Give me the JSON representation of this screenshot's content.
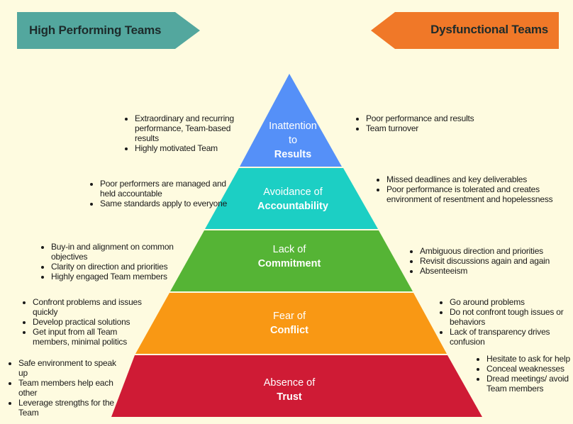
{
  "banners": {
    "left": "High Performing Teams",
    "right": "Dysfunctional Teams"
  },
  "colors": {
    "left_banner": "#53a79e",
    "right_banner": "#f07828",
    "results": "#5590f8",
    "accountability": "#1ccfc4",
    "commitment": "#55b435",
    "conflict": "#f99814",
    "trust": "#cf1b35"
  },
  "layers": [
    {
      "line1": "Inattention",
      "line2": "to",
      "line3": "Results",
      "left": [
        "Extraordinary and recurring performance, Team-based results",
        "Highly motivated Team"
      ],
      "right": [
        "Poor performance and results",
        "Team turnover"
      ]
    },
    {
      "line1": "Avoidance of",
      "line2": "Accountability",
      "left": [
        "Poor performers are managed and held accountable",
        "Same standards apply to everyone"
      ],
      "right": [
        "Missed deadlines and key deliverables",
        "Poor performance is tolerated and creates environment of resentment and hopelessness"
      ]
    },
    {
      "line1": "Lack of",
      "line2": "Commitment",
      "left": [
        "Buy-in and alignment on common objectives",
        "Clarity on direction and priorities",
        "Highly engaged Team members"
      ],
      "right": [
        "Ambiguous direction and priorities",
        "Revisit discussions again and again",
        "Absenteeism"
      ]
    },
    {
      "line1": "Fear of",
      "line2": "Conflict",
      "left": [
        "Confront problems and issues quickly",
        "Develop practical solutions",
        "Get input from all Team members, minimal politics"
      ],
      "right": [
        "Go around problems",
        "Do not confront tough issues or behaviors",
        "Lack of transparency drives confusion"
      ]
    },
    {
      "line1": "Absence of",
      "line2": "Trust",
      "left": [
        "Safe environment to speak up",
        "Team members help each other",
        "Leverage strengths for the Team"
      ],
      "right": [
        "Hesitate to ask for help",
        "Conceal weaknesses",
        "Dread meetings/ avoid Team members"
      ]
    }
  ]
}
